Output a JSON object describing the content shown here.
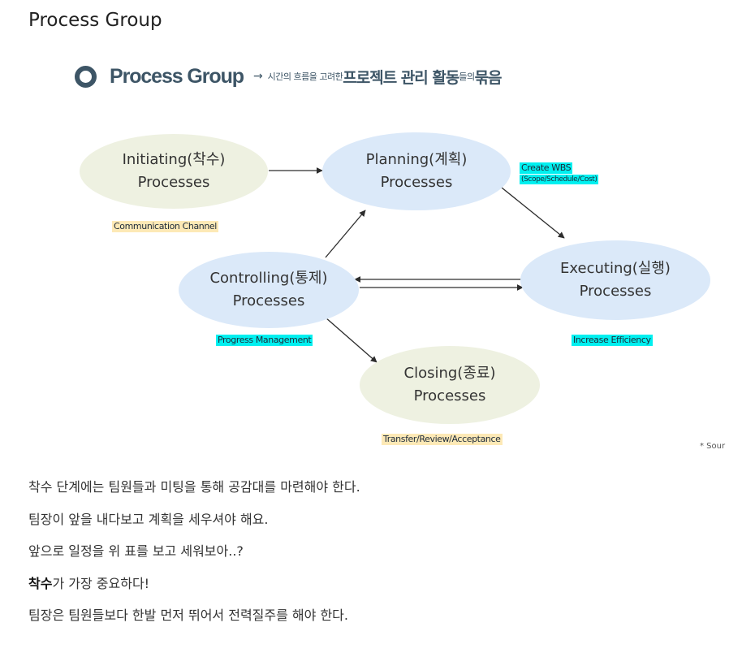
{
  "page_title": "Process Group",
  "diagram": {
    "header": {
      "title": "Process Group",
      "arrow": "→",
      "sub1": "시간의 흐름을 고려한",
      "sub2": "프로젝트 관리 활동",
      "sub3": "들의",
      "sub4": "묶음"
    },
    "nodes": {
      "initiating": {
        "line1": "Initiating(착수)",
        "line2": "Processes"
      },
      "planning": {
        "line1": "Planning(계획)",
        "line2": "Processes"
      },
      "executing": {
        "line1": "Executing(실행)",
        "line2": "Processes"
      },
      "controlling": {
        "line1": "Controlling(통제)",
        "line2": "Processes"
      },
      "closing": {
        "line1": "Closing(종료)",
        "line2": "Processes"
      }
    },
    "tags": {
      "communication": "Communication Channel",
      "create_wbs": "Create WBS",
      "scope": "(Scope/Schedule/Cost)",
      "progress": "Progress Management",
      "efficiency": "Increase Efficiency",
      "transfer": "Transfer/Review/Acceptance"
    },
    "source": "* Sour",
    "colors": {
      "node_green": "#eef1e1",
      "node_blue": "#dbe9f9",
      "highlight_yellow": "#fde9b6",
      "highlight_cyan": "#00f0f0",
      "header": "#3d5566"
    }
  },
  "body": {
    "line1": "착수 단계에는 팀원들과 미팅을 통해 공감대를 마련해야 한다.",
    "line2": "팀장이 앞을 내다보고 계획을 세우셔야 해요.",
    "line3": "앞으로 일정을 위 표를 보고 세워보아..?",
    "line4_bold": "착수",
    "line4_rest": "가 가장 중요하다!",
    "line5": "팀장은 팀원들보다 한발 먼저 뛰어서 전력질주를 해야 한다."
  }
}
